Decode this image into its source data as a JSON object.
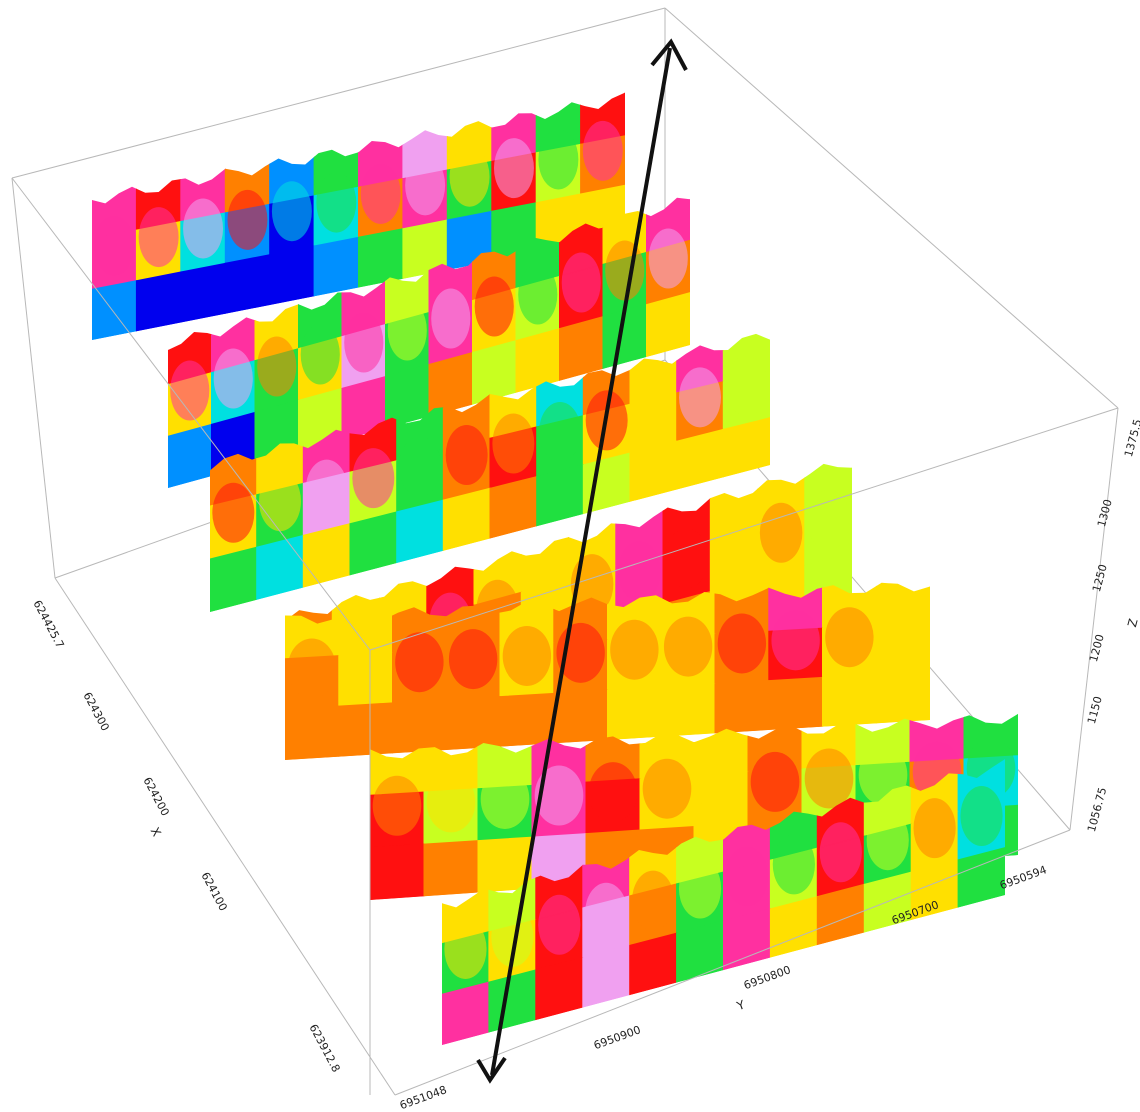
{
  "chart_data": {
    "type": "heatmap",
    "title": "",
    "subtitle": "",
    "description_note": "",
    "axes": {
      "x": {
        "label": "X",
        "ticks": [
          "624425.7",
          "624300",
          "624200",
          "624100",
          "623912.8"
        ],
        "range": [
          623912.8,
          624425.7
        ]
      },
      "y": {
        "label": "Y",
        "ticks": [
          "6951048",
          "6950900",
          "6950800",
          "6950700",
          "6950594"
        ],
        "range": [
          6950594,
          6951048
        ]
      },
      "z": {
        "label": "Z",
        "ticks": [
          "1375.5",
          "1300",
          "1250",
          "1200",
          "1150",
          "1056.75"
        ],
        "range": [
          1056.75,
          1375.5
        ]
      }
    },
    "series": [
      {
        "values": [
          [
            0.85,
            0.8,
            0.9,
            0.7,
            0.1,
            0.3,
            0.85,
            0.95,
            0.5,
            0.9,
            0.3,
            0.8
          ],
          [
            0.9,
            0.5,
            0.2,
            0.1,
            0.05,
            0.2,
            0.7,
            0.9,
            0.3,
            0.8,
            0.4,
            0.7
          ],
          [
            0.1,
            0.05,
            0.05,
            0.05,
            0.05,
            0.1,
            0.3,
            0.4,
            0.1,
            0.3,
            0.5,
            0.6
          ]
        ]
      },
      {
        "values": [
          [
            0.8,
            0.9,
            0.6,
            0.3,
            0.85,
            0.4,
            0.9,
            0.7,
            0.3,
            0.8,
            0.6,
            0.9
          ],
          [
            0.5,
            0.2,
            0.3,
            0.5,
            0.95,
            0.3,
            0.9,
            0.5,
            0.4,
            0.8,
            0.3,
            0.7
          ],
          [
            0.1,
            0.05,
            0.3,
            0.4,
            0.9,
            0.3,
            0.7,
            0.4,
            0.5,
            0.7,
            0.3,
            0.6
          ]
        ]
      },
      {
        "values": [
          [
            0.7,
            0.5,
            0.9,
            0.8,
            0.3,
            0.7,
            0.6,
            0.2,
            0.7,
            0.5,
            0.9,
            0.4
          ],
          [
            0.6,
            0.3,
            0.95,
            0.4,
            0.3,
            0.7,
            0.75,
            0.3,
            0.5,
            0.6,
            0.7,
            0.4
          ],
          [
            0.3,
            0.2,
            0.5,
            0.3,
            0.2,
            0.6,
            0.7,
            0.3,
            0.4,
            0.5,
            0.6,
            0.5
          ]
        ]
      },
      {
        "values": [
          [
            0.7,
            0.55,
            0.5,
            0.8,
            0.6,
            0.5,
            0.6,
            0.85,
            0.75,
            0.5,
            0.6,
            0.4
          ],
          [
            0.55,
            0.6,
            0.7,
            0.75,
            0.65,
            0.55,
            0.6,
            0.85,
            0.75,
            0.6,
            0.5,
            0.45
          ],
          [
            0.5,
            0.6,
            0.7,
            0.7,
            0.65,
            0.6,
            0.6,
            0.7,
            0.65,
            0.6,
            0.5,
            0.45
          ]
        ]
      },
      {
        "values": [
          [
            0.6,
            0.5,
            0.7,
            0.65,
            0.6,
            0.7,
            0.6,
            0.55,
            0.7,
            0.85,
            0.6,
            0.5
          ],
          [
            0.65,
            0.55,
            0.7,
            0.7,
            0.6,
            0.65,
            0.6,
            0.55,
            0.65,
            0.75,
            0.6,
            0.5
          ],
          [
            0.7,
            0.65,
            0.7,
            0.7,
            0.65,
            0.7,
            0.6,
            0.6,
            0.65,
            0.7,
            0.6,
            0.55
          ]
        ]
      },
      {
        "values": [
          [
            0.6,
            0.5,
            0.4,
            0.9,
            0.7,
            0.6,
            0.5,
            0.7,
            0.6,
            0.4,
            0.85,
            0.3
          ],
          [
            0.75,
            0.4,
            0.3,
            0.9,
            0.75,
            0.6,
            0.5,
            0.7,
            0.45,
            0.3,
            0.7,
            0.2
          ],
          [
            0.8,
            0.7,
            0.5,
            0.95,
            0.7,
            0.65,
            0.5,
            0.7,
            0.55,
            0.4,
            0.6,
            0.3
          ]
        ]
      },
      {
        "values": [
          [
            0.5,
            0.4,
            0.8,
            0.9,
            0.6,
            0.4,
            0.85,
            0.3,
            0.8,
            0.4,
            0.6,
            0.2
          ],
          [
            0.3,
            0.5,
            0.8,
            0.95,
            0.7,
            0.3,
            0.9,
            0.4,
            0.75,
            0.3,
            0.5,
            0.2
          ],
          [
            0.9,
            0.3,
            0.75,
            0.95,
            0.8,
            0.3,
            0.9,
            0.6,
            0.7,
            0.4,
            0.5,
            0.3
          ]
        ]
      }
    ],
    "colormap": [
      "#0000ee",
      "#0090ff",
      "#00e0e0",
      "#20e040",
      "#c8ff20",
      "#ffe000",
      "#ff8000",
      "#ff1010",
      "#ff30a0",
      "#f0a0f0"
    ],
    "value_range": [
      0,
      1
    ],
    "legend": "none",
    "grid": false
  }
}
